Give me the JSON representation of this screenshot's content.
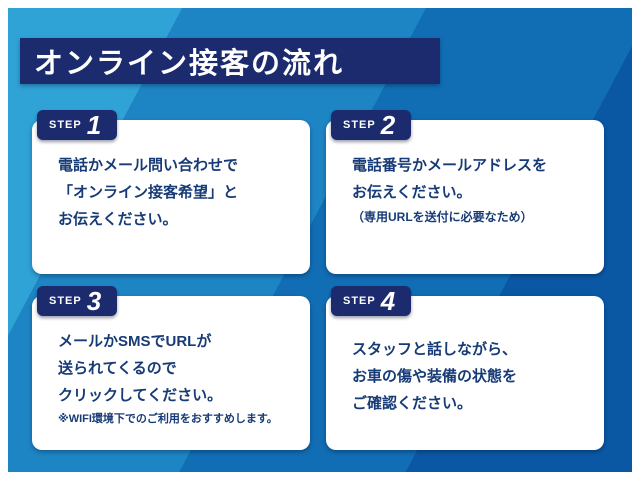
{
  "header": {
    "title": "オンライン接客の流れ"
  },
  "steps": [
    {
      "badge_label": "STEP",
      "number": "1",
      "lines": [
        "電話かメール問い合わせで",
        "「オンライン接客希望」と",
        "お伝えください。"
      ],
      "note": ""
    },
    {
      "badge_label": "STEP",
      "number": "2",
      "lines": [
        "電話番号かメールアドレスを",
        "お伝えください。"
      ],
      "note": "（専用URLを送付に必要なため）"
    },
    {
      "badge_label": "STEP",
      "number": "3",
      "lines": [
        "メールかSMSでURLが",
        "送られてくるので",
        "クリックしてください。"
      ],
      "note": "※WIFI環境下でのご利用をおすすめします。"
    },
    {
      "badge_label": "STEP",
      "number": "4",
      "lines": [
        "スタッフと話しながら、",
        "お車の傷や装備の状態を",
        "ご確認ください。"
      ],
      "note": ""
    }
  ],
  "colors": {
    "header_bg": "#1b2b6d",
    "badge_bg": "#1b2b6d",
    "card_bg": "#ffffff",
    "card_text": "#173b76",
    "bg_band1": "#2fa2d6",
    "bg_band2": "#1e85c4",
    "bg_band3": "#116eb4",
    "bg_band4": "#0a58a4"
  }
}
